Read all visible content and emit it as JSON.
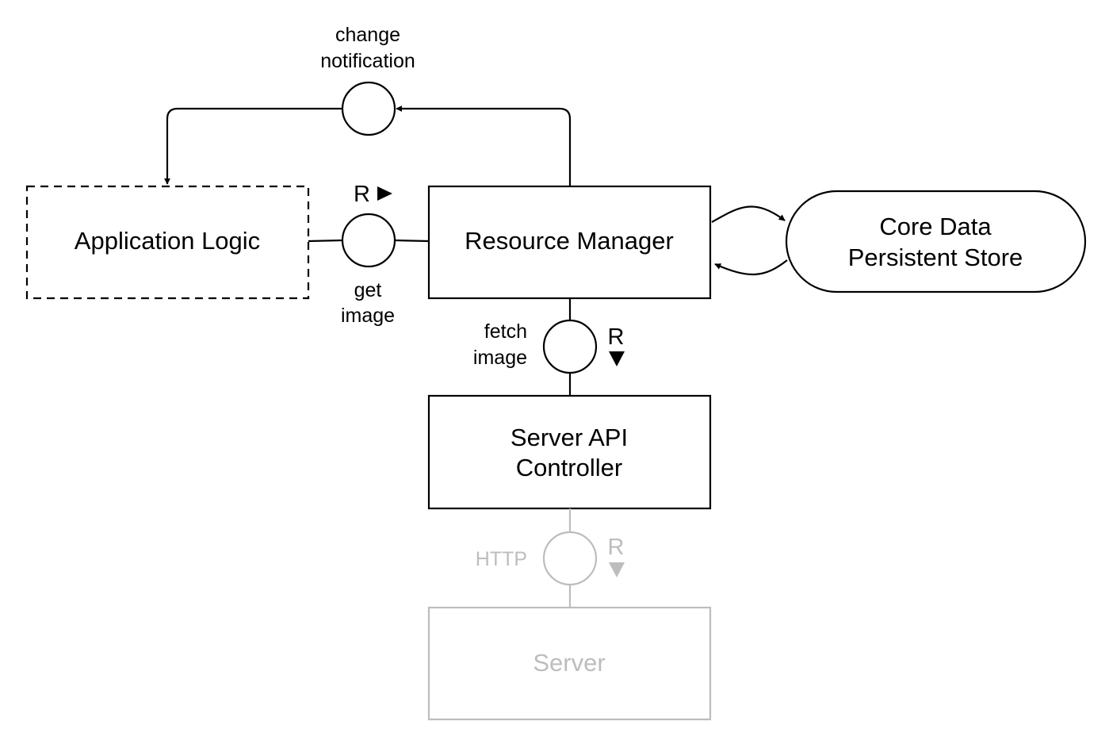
{
  "colors": {
    "line": "#000000",
    "muted": "#bdbdbd",
    "background": "#ffffff"
  },
  "components": {
    "application_logic": {
      "label": "Application Logic",
      "style": "dashed"
    },
    "resource_manager": {
      "label": "Resource Manager"
    },
    "core_data_store": {
      "line1": "Core Data",
      "line2": "Persistent Store"
    },
    "server_api_controller": {
      "line1": "Server API",
      "line2": "Controller"
    },
    "server": {
      "label": "Server",
      "style": "muted"
    }
  },
  "interfaces": {
    "change_notification": {
      "line1": "change",
      "line2": "notification"
    },
    "get_image": {
      "line1": "get",
      "line2": "image",
      "direction_letter": "R",
      "direction": "right"
    },
    "fetch_image": {
      "line1": "fetch",
      "line2": "image",
      "direction_letter": "R",
      "direction": "down"
    },
    "http": {
      "label": "HTTP",
      "direction_letter": "R",
      "direction": "down",
      "style": "muted"
    }
  }
}
